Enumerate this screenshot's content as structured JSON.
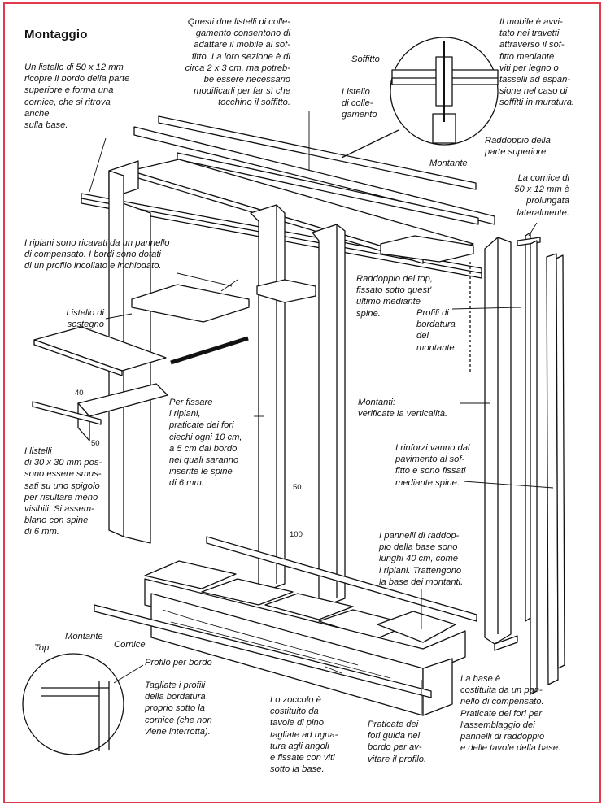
{
  "title": "Montaggio",
  "annotations": {
    "listello_top": "Un listello di 50 x 12 mm\nricopre il bordo della parte\nsuperiore e forma una\ncornice, che si ritrova\nanche\nsulla base.",
    "listelli_collegamento": "Questi due listelli di colle-\ngamento consentono di\nadattare il mobile al sof-\nfitto. La loro sezione è di\ncirca 2 x 3 cm, ma potreb-\nbe essere necessario\nmodificarli per far sì che\ntocchino il soffitto.",
    "mobile_avvitato": "Il mobile è avvi-\ntato nei travetti\nattraverso il sof-\nfitto mediante\nviti per legno o\ntasselli ad espan-\nsione nel caso di\nsoffitti in muratura.",
    "soffitto": "Soffitto",
    "listello_collegamento": "Listello\ndi colle-\ngamento",
    "montante_detail": "Montante",
    "raddoppio_superiore": "Raddoppio della\nparte superiore",
    "cornice_prolungata": "La cornice di\n50 x 12 mm è\nprolungata\nlateralmente.",
    "ripiani": "I ripiani sono ricavati da un pannello\ndi compensato. I bordi sono dotati\ndi un profilo incollato e inchiodato.",
    "raddoppio_top": "Raddoppio del top,\nfissato sotto quest'\nultimo mediante\nspine.",
    "listello_sostegno": "Listello di\nsostegno",
    "profili_bordatura": "Profili di\nbordatura\ndel\nmontante",
    "fissare_ripiani": "Per fissare\ni ripiani,\npraticate dei fori\nciechi ogni 10 cm,\na 5 cm dal bordo,\nnei quali saranno\ninserite le spine\ndi 6 mm.",
    "montanti_verticalita": "Montanti:\nverificate la verticalità.",
    "listelli_30": "I listelli\ndi 30 x 30 mm pos-\nsono essere smus-\nsati su uno spigolo\nper risultare meno\nvisibili. Si assem-\nblano con spine\ndi 6 mm.",
    "rinforzi": "I rinforzi vanno dal\npavimento al sof-\nfitto e sono fissati\nmediante spine.",
    "pannelli_raddoppio": "I pannelli di raddop-\npio della base sono\nlunghi 40 cm, come\ni ripiani. Trattengono\nla base dei montanti.",
    "top": "Top",
    "montante_bottom": "Montante",
    "cornice": "Cornice",
    "profilo_bordo": "Profilo per bordo",
    "tagliate_profili": "Tagliate i profili\ndella bordatura\nproprio sotto la\ncornice (che non\nviene interrotta).",
    "zoccolo": "Lo zoccolo è\ncostituito da\ntavole di pino\ntagliate ad ugna-\ntura agli angoli\ne fissate con viti\nsotto la base.",
    "fori_guida": "Praticate dei\nfori guida nel\nbordo per av-\nvitare il profilo.",
    "base": "La base è\ncostituita da un pan-\nnello di compensato.\nPraticate dei fori per\nl'assemblaggio dei\npannelli di raddoppio\ne delle tavole della base."
  },
  "dimensions": {
    "d40": "40",
    "d50a": "50",
    "d50b": "50",
    "d100": "100"
  },
  "colors": {
    "border": "#e23a4a",
    "ink": "#111111"
  }
}
